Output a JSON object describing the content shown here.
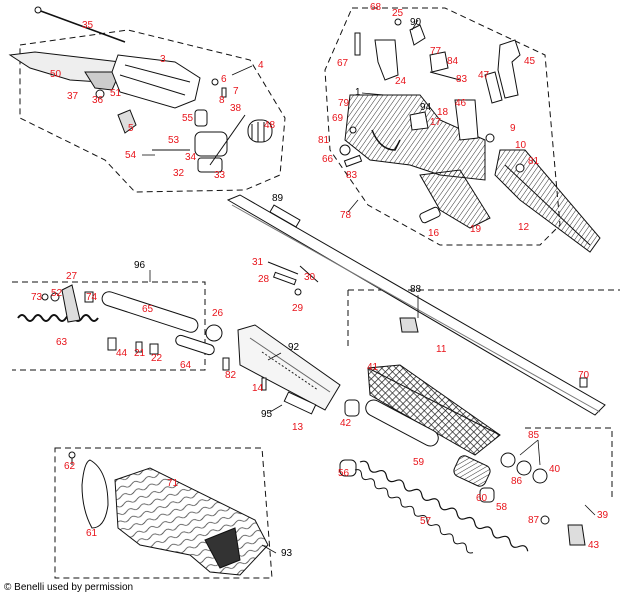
{
  "colors": {
    "callout_red": "#e8141b",
    "callout_black": "#000000",
    "line": "#111111",
    "hatch": "#555555"
  },
  "credit": "© Benelli used by permission",
  "callouts": {
    "c35": "35",
    "c50": "50",
    "c3": "3",
    "c4": "4",
    "c6": "6",
    "c7": "7",
    "c8": "8",
    "c38": "38",
    "c37": "37",
    "c36": "36",
    "c51": "51",
    "c5": "5",
    "c55": "55",
    "c48": "48",
    "c53": "53",
    "c54": "54",
    "c34": "34",
    "c32": "32",
    "c33": "33",
    "c68": "68",
    "c25": "25",
    "c90": "90",
    "c67": "67",
    "c77": "77",
    "c84": "84",
    "c83a": "83",
    "c47": "47",
    "c45": "45",
    "c24": "24",
    "c1": "1",
    "c94": "94",
    "c79": "79",
    "c46": "46",
    "c69": "69",
    "c18": "18",
    "c17": "17",
    "c9": "9",
    "c81a": "81",
    "c10": "10",
    "c66": "66",
    "c81b": "81",
    "c83b": "83",
    "c78": "78",
    "c16": "16",
    "c19": "19",
    "c12": "12",
    "c89": "89",
    "c96": "96",
    "c31": "31",
    "c27": "27",
    "c73": "73",
    "c52": "52",
    "c74": "74",
    "c28": "28",
    "c30": "30",
    "c65": "65",
    "c88": "88",
    "c29": "29",
    "c26": "26",
    "c63": "63",
    "c44": "44",
    "c21": "21",
    "c22": "22",
    "c64": "64",
    "c92": "92",
    "c11": "11",
    "c82": "82",
    "c41": "41",
    "c14": "14",
    "c70": "70",
    "c95": "95",
    "c13": "13",
    "c42": "42",
    "c85": "85",
    "c62": "62",
    "c71": "71",
    "c56": "56",
    "c59": "59",
    "c86": "86",
    "c40": "40",
    "c60": "60",
    "c58": "58",
    "c61": "61",
    "c57": "57",
    "c87": "87",
    "c39": "39",
    "c43": "43",
    "c93": "93"
  }
}
